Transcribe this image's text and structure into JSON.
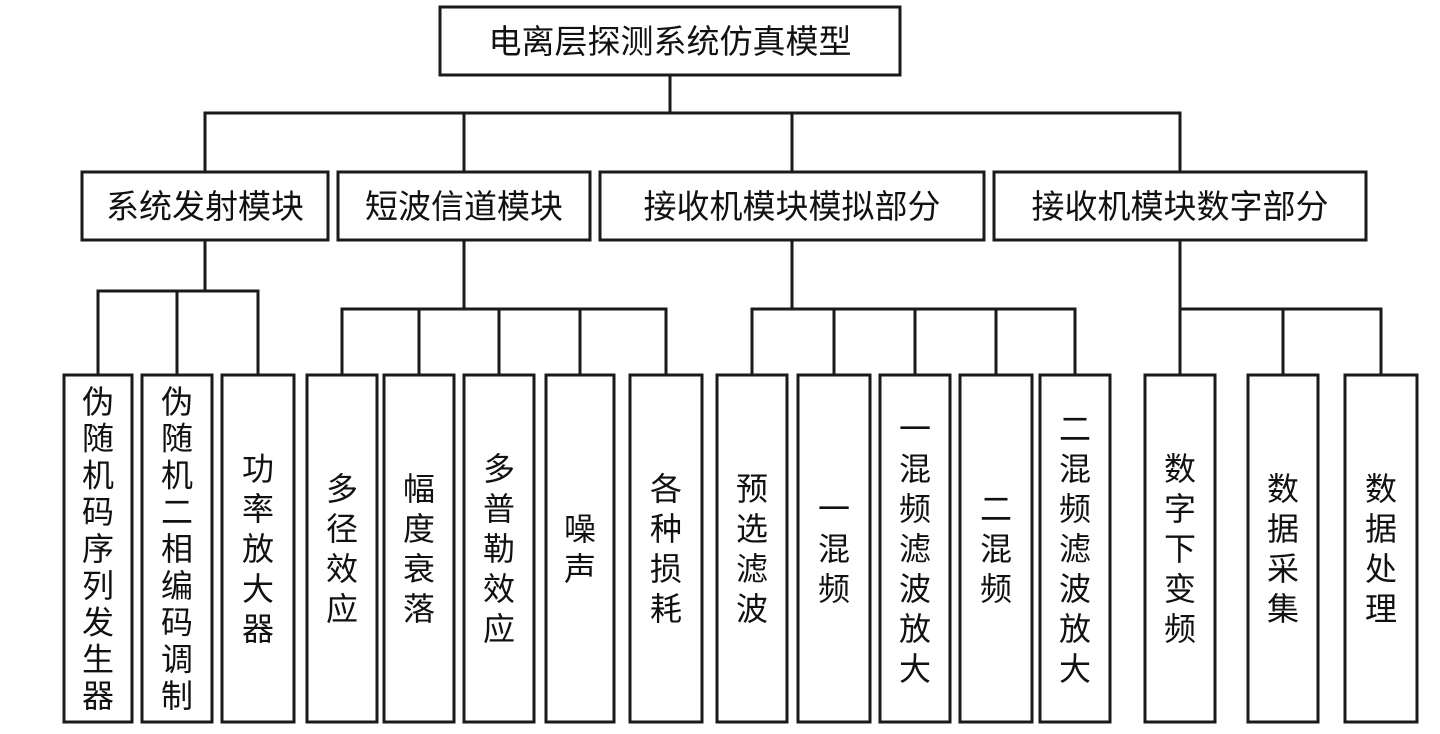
{
  "diagram": {
    "root": {
      "id": "root",
      "label": "电离层探测系统仿真模型"
    },
    "modules": [
      {
        "id": "transmit",
        "label": "系统发射模块",
        "children": [
          {
            "id": "prn-generator",
            "label": "伪随机码序列发生器"
          },
          {
            "id": "bpsk-modulation",
            "label": "伪随机二相编码调制"
          },
          {
            "id": "power-amplifier",
            "label": "功率放大器"
          }
        ]
      },
      {
        "id": "channel",
        "label": "短波信道模块",
        "children": [
          {
            "id": "multipath",
            "label": "多径效应"
          },
          {
            "id": "amplitude-fading",
            "label": "幅度衰落"
          },
          {
            "id": "doppler",
            "label": "多普勒效应"
          },
          {
            "id": "noise",
            "label": "噪声"
          },
          {
            "id": "losses",
            "label": "各种损耗"
          }
        ]
      },
      {
        "id": "rx-analog",
        "label": "接收机模块模拟部分",
        "children": [
          {
            "id": "preselect-filter",
            "label": "预选滤波"
          },
          {
            "id": "first-mixer",
            "label": "一混频"
          },
          {
            "id": "first-mix-filter-amp",
            "label": "一混频滤波放大"
          },
          {
            "id": "second-mixer",
            "label": "二混频"
          },
          {
            "id": "second-mix-filter-amp",
            "label": "二混频滤波放大"
          }
        ]
      },
      {
        "id": "rx-digital",
        "label": "接收机模块数字部分",
        "children": [
          {
            "id": "digital-downconversion",
            "label": "数字下变频"
          },
          {
            "id": "data-acquisition",
            "label": "数据采集"
          },
          {
            "id": "data-processing",
            "label": "数据处理"
          }
        ]
      }
    ]
  }
}
